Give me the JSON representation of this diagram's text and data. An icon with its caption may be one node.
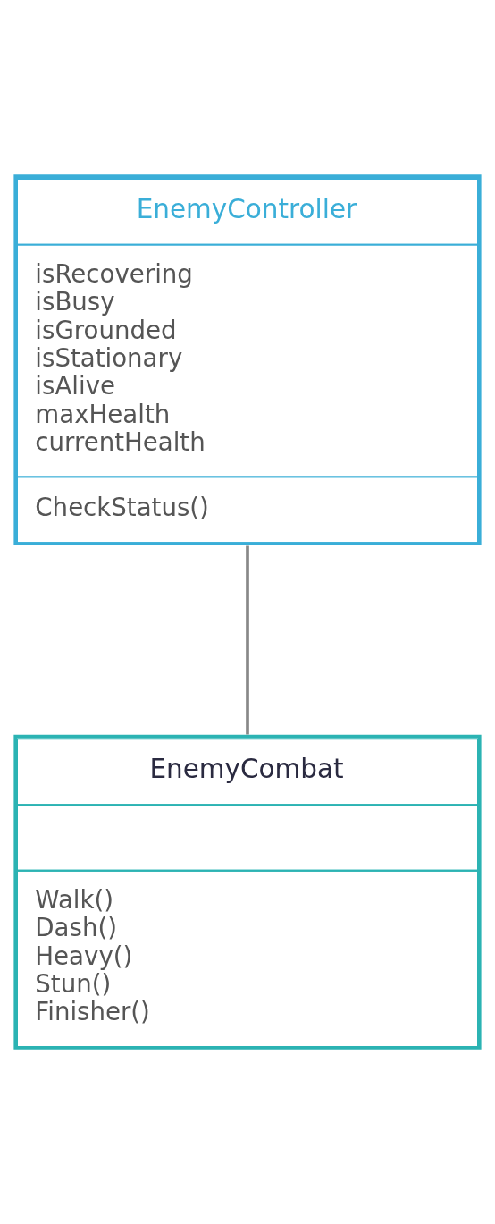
{
  "diagram": {
    "nodes": [
      {
        "text": [
          "EnemyController",
          "isRecovering",
          "isBusy",
          "isGrounded",
          "isStationary",
          "isAlive",
          "maxHealth",
          "currentHealth",
          "CheckStatus()"
        ]
      },
      {
        "text": [
          "EnemyCombat",
          "Walk()",
          "Dash()",
          "Heavy()",
          "Stun()",
          "Finisher()"
        ]
      }
    ],
    "edges": [
      {
        "from": 0,
        "to": 1,
        "arrow": "none"
      }
    ]
  }
}
